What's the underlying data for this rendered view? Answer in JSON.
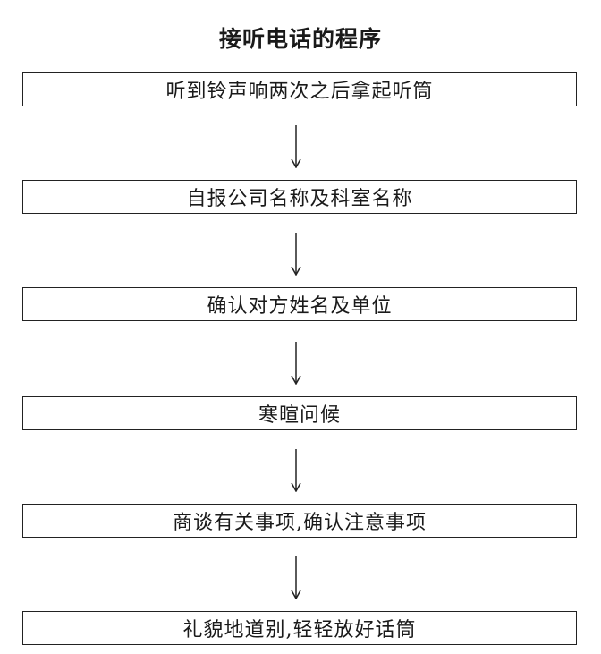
{
  "title": "接听电话的程序",
  "steps": [
    "听到铃声响两次之后拿起听筒",
    "自报公司名称及科室名称",
    "确认对方姓名及单位",
    "寒暄问候",
    "商谈有关事项,确认注意事项",
    "礼貌地道别,轻轻放好话筒"
  ]
}
